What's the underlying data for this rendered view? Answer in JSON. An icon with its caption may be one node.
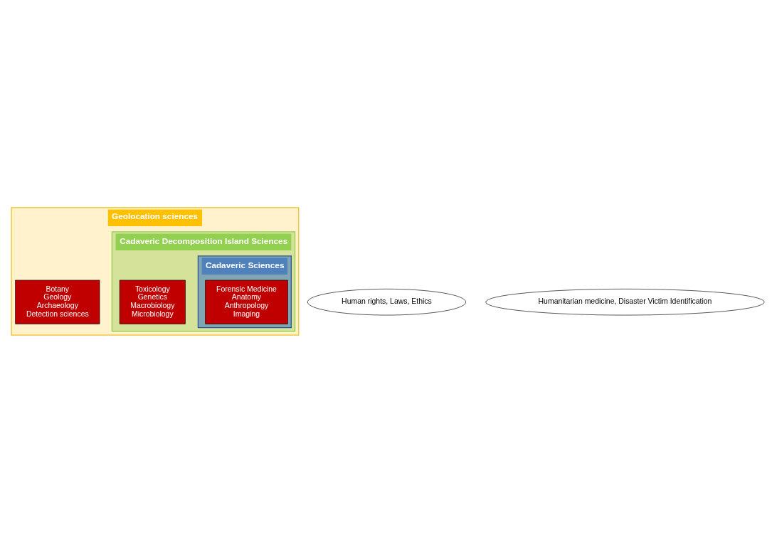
{
  "diagram": {
    "nodes": [
      {
        "text": [
          "Geolocation sciences"
        ]
      },
      {
        "text": [
          "Cadaveric Decomposition Island Sciences"
        ],
        "in": 0
      },
      {
        "text": [
          "Cadaveric Sciences"
        ],
        "in": 1
      },
      {
        "text": [
          "Botany",
          "Geology",
          "Archaeology",
          "Detection sciences"
        ],
        "in": 0
      },
      {
        "text": [
          "Forensic Medicine",
          "Anatomy",
          "Anthropology",
          "Imaging"
        ],
        "in": 2
      },
      {
        "text": [
          "Toxicology",
          "Genetics",
          "Macrobiology",
          "Microbiology"
        ],
        "in": 1
      },
      {
        "text": [
          "Human rights, Laws, Ethics"
        ]
      },
      {
        "text": [
          "Humanitarian medicine, Disaster Victim Identification"
        ]
      }
    ],
    "edges": []
  }
}
